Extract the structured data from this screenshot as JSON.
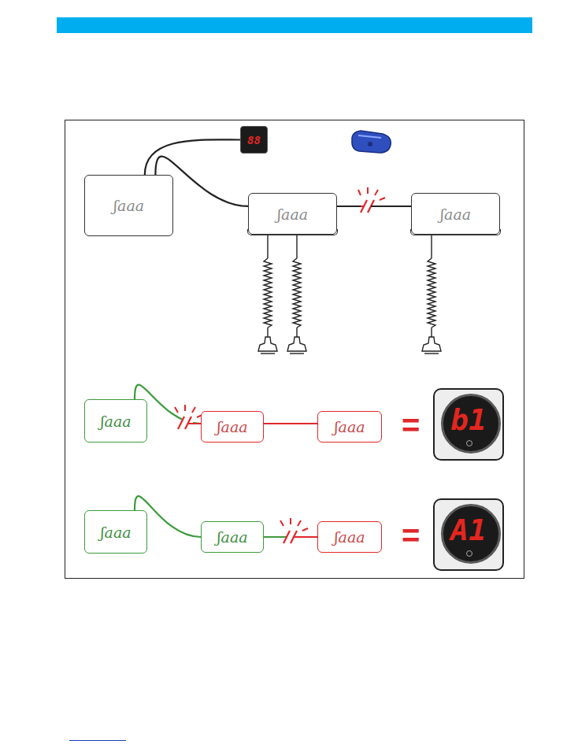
{
  "diagram": {
    "nodes": [
      {
        "text": [
          "88"
        ]
      },
      {
        "text": [
          "ʃaaa"
        ]
      },
      {
        "text": [
          "ʃaaa"
        ]
      },
      {
        "text": [
          "ʃaaa"
        ]
      },
      {
        "text": [
          "ʃaaa"
        ]
      },
      {
        "text": [
          "ʃaaa"
        ]
      },
      {
        "text": [
          "ʃaaa"
        ]
      },
      {
        "text": [
          "b1"
        ]
      },
      {
        "text": [
          "ʃaaa"
        ]
      },
      {
        "text": [
          "ʃaaa"
        ]
      },
      {
        "text": [
          "ʃaaa"
        ]
      },
      {
        "text": [
          "A1"
        ]
      }
    ],
    "edges": [
      {
        "from": 1,
        "to": 0,
        "arrow": "none"
      },
      {
        "from": 1,
        "to": 2,
        "arrow": "none"
      },
      {
        "from": 2,
        "to": 3,
        "arrow": "none"
      },
      {
        "from": 4,
        "to": 5,
        "arrow": "none"
      },
      {
        "from": 5,
        "to": 6,
        "arrow": "none"
      },
      {
        "from": 8,
        "to": 9,
        "arrow": "none"
      },
      {
        "from": 9,
        "to": 10,
        "arrow": "none"
      }
    ],
    "labels": [
      "=",
      "="
    ]
  }
}
